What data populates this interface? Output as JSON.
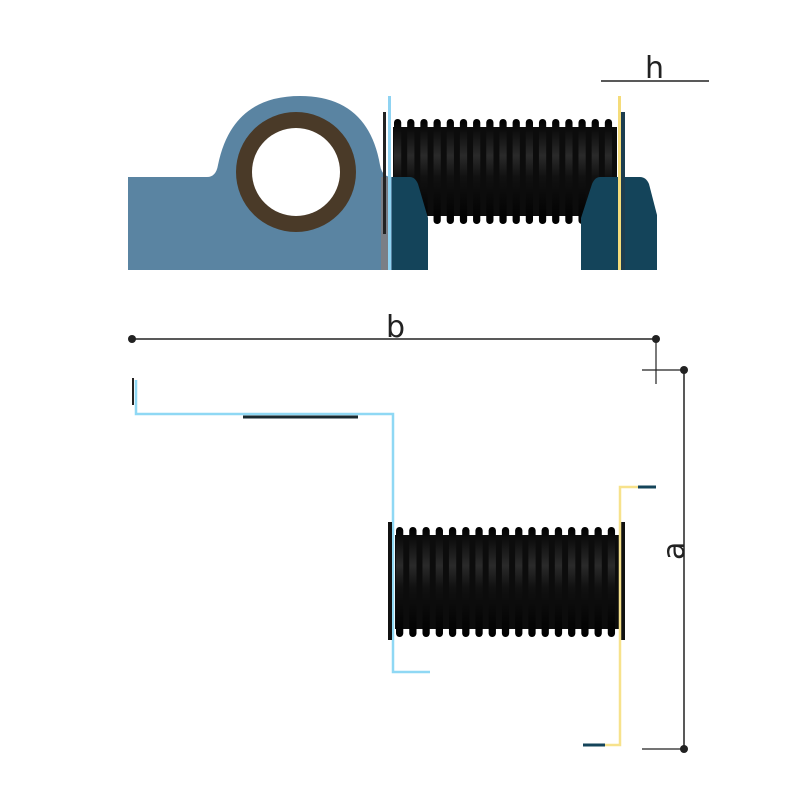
{
  "dimensions": {
    "h": "h",
    "b": "b",
    "a": "a"
  },
  "colors": {
    "bracket": "#5a84a2",
    "bracket_dark": "#14445a",
    "bushing": "#4a3a28",
    "bellows": "#111111",
    "dim_line": "#222222",
    "flange_blue": "#7fd0f0",
    "flange_yellow": "#f5dc7a"
  }
}
